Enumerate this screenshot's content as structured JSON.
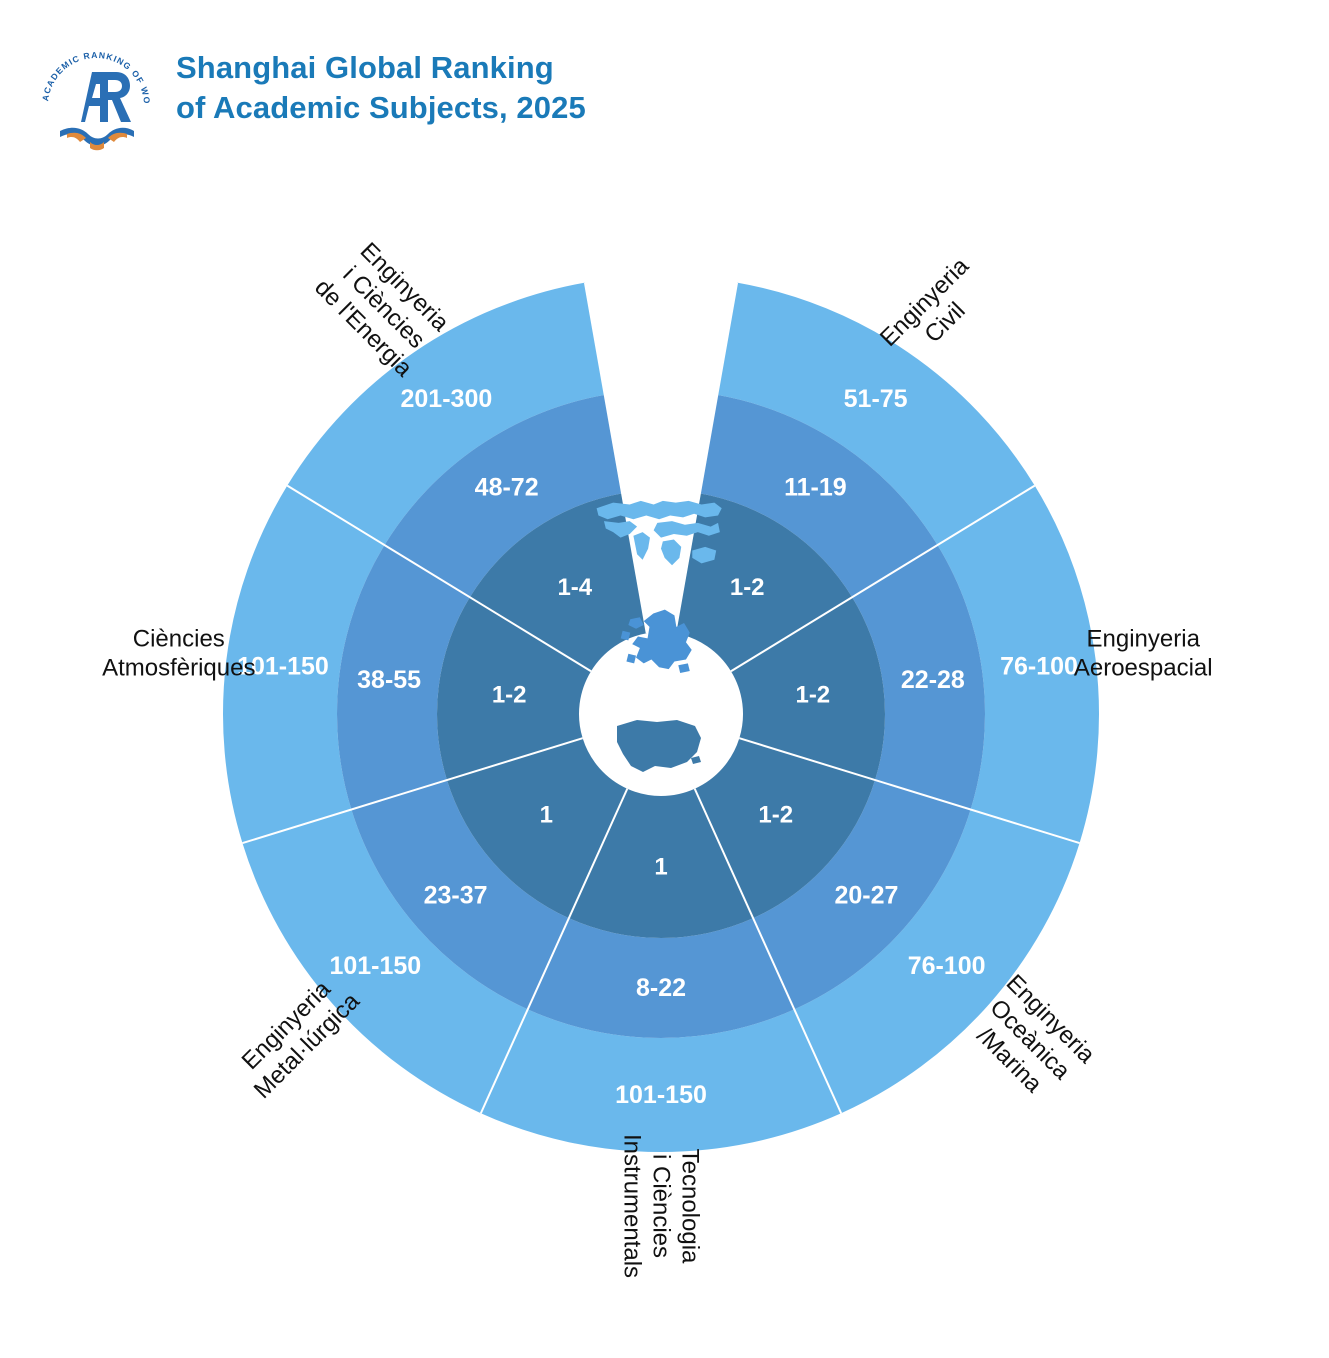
{
  "header": {
    "title_line1": "Shanghai Global Ranking",
    "title_line2": "of Academic Subjects, 2025",
    "brand_color": "#1a7ab8",
    "logo": {
      "name": "arwu-logo",
      "ring_text": "ACADEMIC RANKING OF WORLD UNIVERSITIES",
      "monogram": "AR"
    }
  },
  "center_icons": [
    {
      "name": "world-map-icon",
      "label": "World",
      "ring": "outer"
    },
    {
      "name": "europe-map-icon",
      "label": "Europe",
      "ring": "middle"
    },
    {
      "name": "spain-map-icon",
      "label": "Spain",
      "ring": "inner"
    }
  ],
  "colors": {
    "outer_ring": "#6ab8ec",
    "middle_ring": "#5596d4",
    "inner_ring": "#3d7aa8",
    "separator": "#ffffff",
    "map_world": "#6ab8ec",
    "map_europe": "#4a93d6",
    "map_spain": "#3d7aa8",
    "label_text": "#111111",
    "value_text": "#ffffff"
  },
  "chart_data": {
    "type": "pie",
    "title": "Shanghai Global Ranking of Academic Subjects, 2025",
    "subtitle": "",
    "xlabel": "",
    "ylabel": "",
    "legend_position": "center",
    "grid": false,
    "rings": [
      {
        "name": "World ranking",
        "index": 0,
        "position": "outer",
        "color": "#6ab8ec",
        "icon": "world-map-icon"
      },
      {
        "name": "Europe ranking",
        "index": 1,
        "position": "middle",
        "color": "#5596d4",
        "icon": "europe-map-icon"
      },
      {
        "name": "Spain ranking",
        "index": 2,
        "position": "inner",
        "color": "#3d7aa8",
        "icon": "spain-map-icon"
      }
    ],
    "categories": [
      "Enginyeria Civil",
      "Enginyeria Aeroespacial",
      "Enginyeria Oceànica/Marina",
      "Tecnologia i Ciències Instrumentals",
      "Enginyeria Metal·lúrgica",
      "Ciències Atmosfèriques",
      "Enginyeria i Ciències de l'Energia"
    ],
    "series": [
      {
        "name": "World ranking",
        "values": [
          "51-75",
          "76-100",
          "76-100",
          "101-150",
          "101-150",
          "101-150",
          "201-300"
        ]
      },
      {
        "name": "Europe ranking",
        "values": [
          "11-19",
          "22-28",
          "20-27",
          "8-22",
          "23-37",
          "38-55",
          "48-72"
        ]
      },
      {
        "name": "Spain ranking",
        "values": [
          "1-2",
          "1-2",
          "1-2",
          "1",
          "1",
          "1-2",
          "1-4"
        ]
      }
    ]
  },
  "sectors": [
    {
      "id": "enginyeria-civil",
      "label_lines": [
        "Enginyeria",
        "Civil"
      ],
      "label_rotation": -45,
      "world": "51-75",
      "europe": "11-19",
      "spain": "1-2"
    },
    {
      "id": "enginyeria-aeroespacial",
      "label_lines": [
        "Enginyeria",
        "Aeroespacial"
      ],
      "label_rotation": 0,
      "world": "76-100",
      "europe": "22-28",
      "spain": "1-2"
    },
    {
      "id": "enginyeria-oceanica-marina",
      "label_lines": [
        "Enginyeria",
        "Oceànica",
        "/Marina"
      ],
      "label_rotation": 45,
      "world": "76-100",
      "europe": "20-27",
      "spain": "1-2"
    },
    {
      "id": "tecnologia-i-ciencies-instrumentals",
      "label_lines": [
        "Tecnologia",
        "i Ciències",
        "Instrumentals"
      ],
      "label_rotation": 90,
      "world": "101-150",
      "europe": "8-22",
      "spain": "1"
    },
    {
      "id": "enginyeria-metallurgica",
      "label_lines": [
        "Enginyeria",
        "Metal·lúrgica"
      ],
      "label_rotation": -45,
      "world": "101-150",
      "europe": "23-37",
      "spain": "1"
    },
    {
      "id": "ciencies-atmosferiques",
      "label_lines": [
        "Ciències",
        "Atmosfèriques"
      ],
      "label_rotation": 0,
      "world": "101-150",
      "europe": "38-55",
      "spain": "1-2"
    },
    {
      "id": "enginyeria-i-ciencies-de-lenergia",
      "label_lines": [
        "Enginyeria",
        "i Ciències",
        "de l'Energia"
      ],
      "label_rotation": 45,
      "world": "201-300",
      "europe": "48-72",
      "spain": "1-4"
    }
  ]
}
